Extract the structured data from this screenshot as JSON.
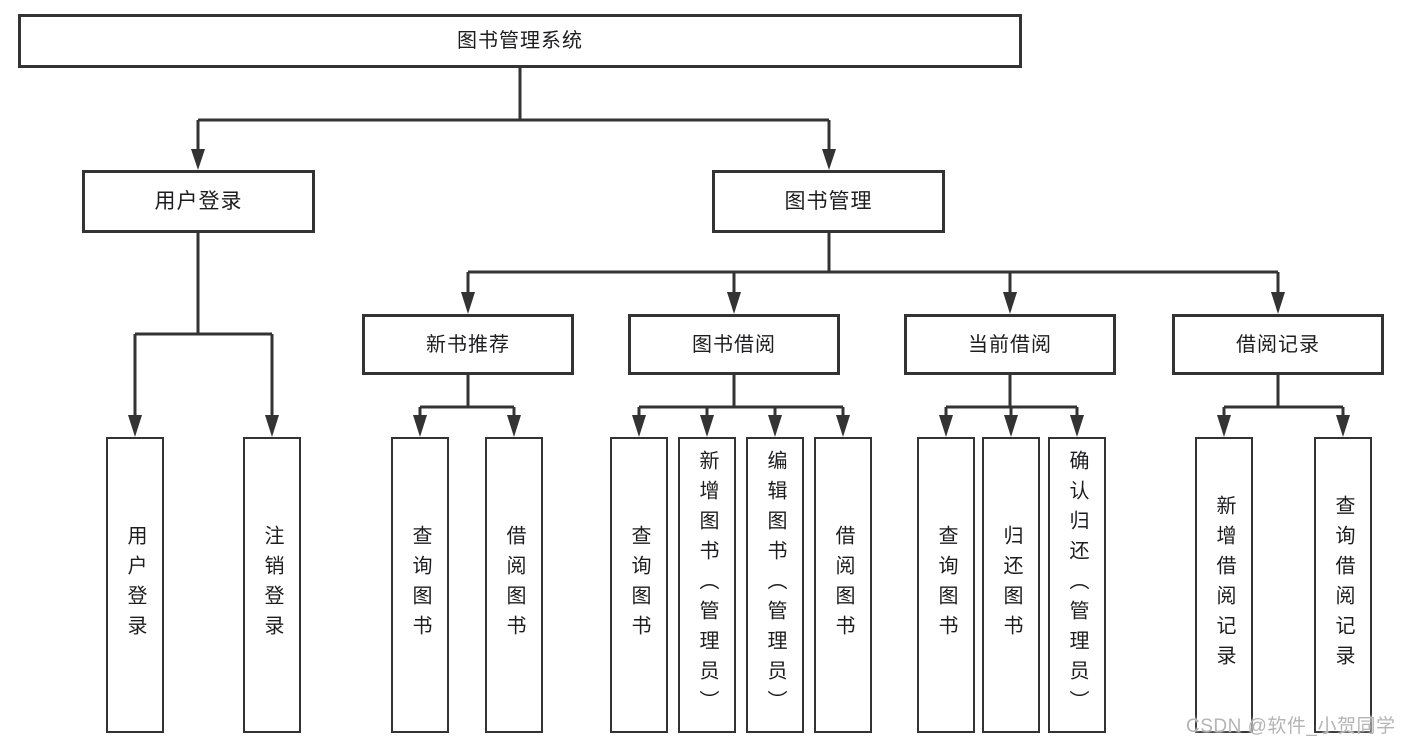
{
  "diagram": {
    "root": {
      "label": "图书管理系统"
    },
    "branches": {
      "user_login": {
        "label": "用户登录",
        "children": [
          {
            "label": "用户登录"
          },
          {
            "label": "注销登录"
          }
        ]
      },
      "book_management": {
        "label": "图书管理",
        "sections": [
          {
            "label": "新书推荐",
            "children": [
              {
                "label": "查询图书"
              },
              {
                "label": "借阅图书"
              }
            ]
          },
          {
            "label": "图书借阅",
            "children": [
              {
                "label": "查询图书"
              },
              {
                "label": "新增图书（管理员）"
              },
              {
                "label": "编辑图书（管理员）"
              },
              {
                "label": "借阅图书"
              }
            ]
          },
          {
            "label": "当前借阅",
            "children": [
              {
                "label": "查询图书"
              },
              {
                "label": "归还图书"
              },
              {
                "label": "确认归还（管理员）"
              }
            ]
          },
          {
            "label": "借阅记录",
            "children": [
              {
                "label": "新增借阅记录"
              },
              {
                "label": "查询借阅记录"
              }
            ]
          }
        ]
      }
    },
    "colors": {
      "line": "#333333",
      "text": "#1d1d1f",
      "background": "#ffffff",
      "watermark": "#b5b5b5"
    }
  },
  "watermark": {
    "text": "CSDN @软件_小贺同学"
  }
}
